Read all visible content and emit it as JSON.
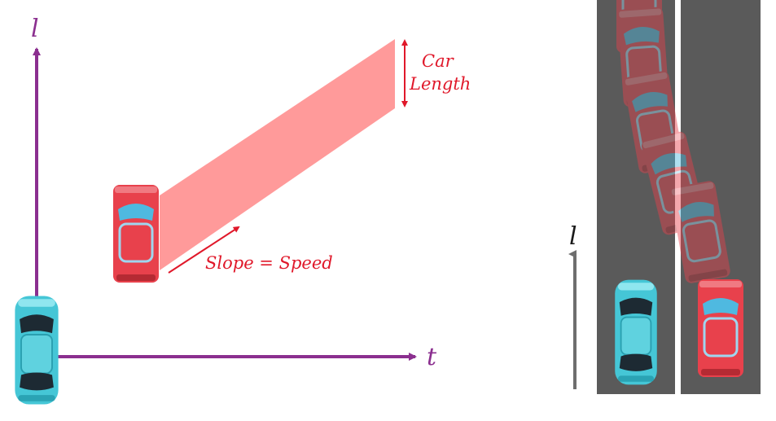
{
  "left_diagram": {
    "axis_vertical_label": "l",
    "axis_horizontal_label": "t",
    "car_length_label_line1": "Car",
    "car_length_label_line2": "Length",
    "slope_label": "Slope = Speed"
  },
  "right_diagram": {
    "axis_label": "l"
  },
  "colors": {
    "axis": "#8b2f8f",
    "annotation": "#e0182a",
    "band": "#ff9a9a",
    "road": "#5a5a5a",
    "lane_line": "#ffffff",
    "car_teal": "#45c6d6",
    "car_red": "#e8414c",
    "right_axis": "#6e6e6e"
  }
}
